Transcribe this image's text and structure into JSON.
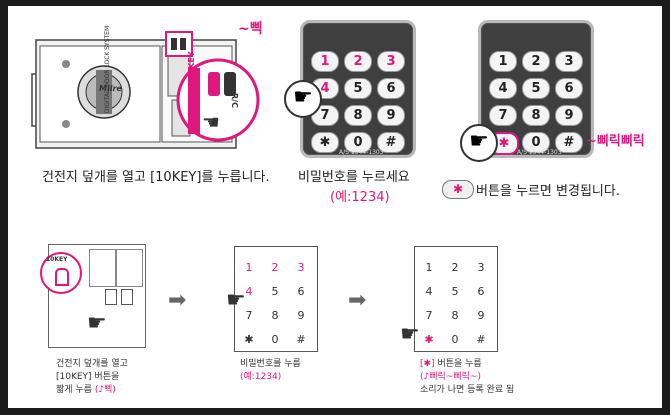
{
  "top": {
    "lock_text": "DIGITAL DOOR LOCK SYSTEM",
    "brand": "Milre",
    "switch_label": "10KEY",
    "rc_label": "R/C",
    "beep": "~삑",
    "beep2": "~삐릭삐릭",
    "caption1": "건전지 덮개를 열고 [10KEY]를 누릅니다.",
    "caption2": "비밀번호를 누르세요",
    "example2": "(예:1234)",
    "caption3": "버튼을 누르면 변경됩니다."
  },
  "keys": {
    "k1": "1",
    "k2": "2",
    "k3": "3",
    "k4": "4",
    "k5": "5",
    "k6": "6",
    "k7": "7",
    "k8": "8",
    "k9": "9",
    "kstar": "✱",
    "k0": "0",
    "khash": "#",
    "as": "A/S 1544-1303"
  },
  "bottom": {
    "tenkey": "10KEY",
    "cap1_l1": "건전지 덮개를 열고",
    "cap1_l2": "[10KEY] 버튼을",
    "cap1_l3": "짧게 누름 ",
    "cap1_beep": "(♪삑)",
    "cap2_l1": "비밀번호를 누름",
    "cap2_l2": "(예:1234)",
    "cap3_star": "[✱] ",
    "cap3_l1": "버튼을 누름",
    "cap3_l2": "(♪삐릭~삐릭~)",
    "cap3_l3": "소리가 나면 등록 완료 됨"
  }
}
